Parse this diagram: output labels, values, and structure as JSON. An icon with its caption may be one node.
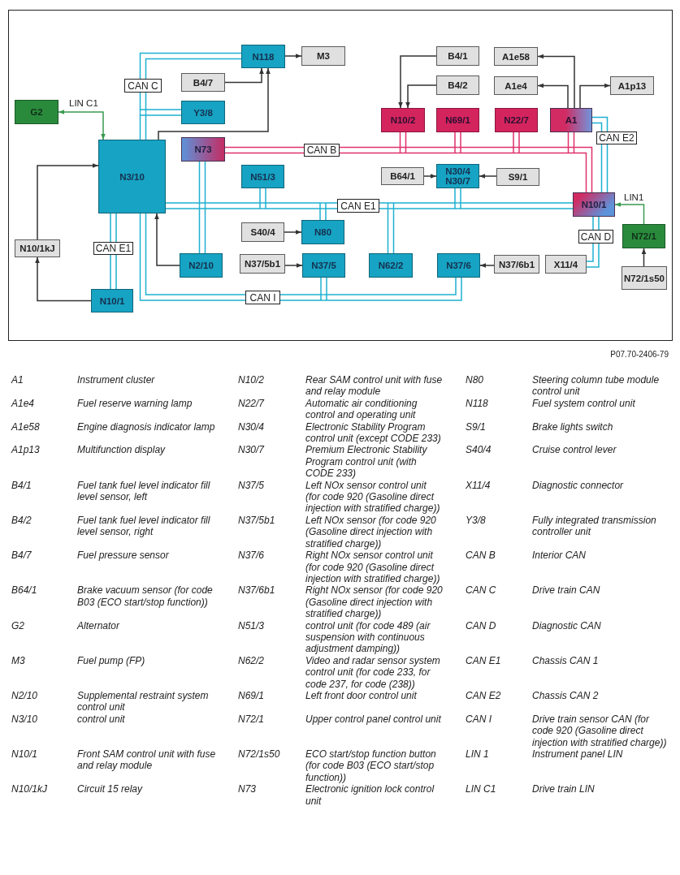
{
  "diagram": {
    "nodes": [
      {
        "text": [
          "N118"
        ]
      },
      {
        "text": [
          "M3"
        ]
      },
      {
        "text": [
          "B4/1"
        ]
      },
      {
        "text": [
          "A1e58"
        ]
      },
      {
        "text": [
          "CAN C"
        ]
      },
      {
        "text": [
          "B4/7"
        ]
      },
      {
        "text": [
          "B4/2"
        ]
      },
      {
        "text": [
          "A1e4"
        ]
      },
      {
        "text": [
          "A1p13"
        ]
      },
      {
        "text": [
          "G2"
        ]
      },
      {
        "text": [
          "Y3/8"
        ]
      },
      {
        "text": [
          "N10/2"
        ]
      },
      {
        "text": [
          "N69/1"
        ]
      },
      {
        "text": [
          "N22/7"
        ]
      },
      {
        "text": [
          "A1"
        ]
      },
      {
        "text": [
          "CAN E2"
        ]
      },
      {
        "text": [
          "N3/10"
        ]
      },
      {
        "text": [
          "N73"
        ]
      },
      {
        "text": [
          "CAN B"
        ]
      },
      {
        "text": [
          "N51/3"
        ]
      },
      {
        "text": [
          "B64/1"
        ]
      },
      {
        "text": [
          "N30/4",
          "N30/7"
        ]
      },
      {
        "text": [
          "S9/1"
        ]
      },
      {
        "text": [
          "CAN E1"
        ]
      },
      {
        "text": [
          "N10/1"
        ]
      },
      {
        "text": [
          "N10/1kJ"
        ]
      },
      {
        "text": [
          "CAN E1"
        ]
      },
      {
        "text": [
          "S40/4"
        ]
      },
      {
        "text": [
          "N80"
        ]
      },
      {
        "text": [
          "CAN D"
        ]
      },
      {
        "text": [
          "N72/1"
        ]
      },
      {
        "text": [
          "N2/10"
        ]
      },
      {
        "text": [
          "N37/5b1"
        ]
      },
      {
        "text": [
          "N37/5"
        ]
      },
      {
        "text": [
          "N62/2"
        ]
      },
      {
        "text": [
          "N37/6"
        ]
      },
      {
        "text": [
          "N37/6b1"
        ]
      },
      {
        "text": [
          "X11/4"
        ]
      },
      {
        "text": [
          "N72/1s50"
        ]
      },
      {
        "text": [
          "N10/1"
        ]
      },
      {
        "text": [
          "CAN I"
        ]
      }
    ],
    "edges": [
      {
        "from": 16,
        "to": 4,
        "arrow": "none",
        "color": "#1eb1d1"
      },
      {
        "from": 10,
        "to": 4,
        "arrow": "none",
        "color": "#1eb1d1"
      },
      {
        "from": 0,
        "to": 4,
        "arrow": "none",
        "color": "#1eb1d1"
      },
      {
        "from": 17,
        "to": 18,
        "arrow": "none",
        "color": "#e0306c"
      },
      {
        "from": 11,
        "to": 18,
        "arrow": "none",
        "color": "#e0306c"
      },
      {
        "from": 12,
        "to": 18,
        "arrow": "none",
        "color": "#e0306c"
      },
      {
        "from": 13,
        "to": 18,
        "arrow": "none",
        "color": "#e0306c"
      },
      {
        "from": 14,
        "to": 18,
        "arrow": "none",
        "color": "#e0306c"
      },
      {
        "from": 24,
        "to": 18,
        "arrow": "none",
        "color": "#e0306c"
      },
      {
        "from": 14,
        "to": 15,
        "arrow": "none",
        "color": "#1eb1d1"
      },
      {
        "from": 24,
        "to": 15,
        "arrow": "none",
        "color": "#1eb1d1"
      },
      {
        "from": 16,
        "to": 23,
        "arrow": "none",
        "color": "#1eb1d1"
      },
      {
        "from": 17,
        "to": 23,
        "arrow": "none",
        "color": "#1eb1d1"
      },
      {
        "from": 31,
        "to": 23,
        "arrow": "none",
        "color": "#1eb1d1"
      },
      {
        "from": 19,
        "to": 23,
        "arrow": "none",
        "color": "#1eb1d1"
      },
      {
        "from": 28,
        "to": 23,
        "arrow": "none",
        "color": "#1eb1d1"
      },
      {
        "from": 34,
        "to": 23,
        "arrow": "none",
        "color": "#1eb1d1"
      },
      {
        "from": 21,
        "to": 23,
        "arrow": "none",
        "color": "#1eb1d1"
      },
      {
        "from": 24,
        "to": 23,
        "arrow": "none",
        "color": "#1eb1d1"
      },
      {
        "from": 16,
        "to": 26,
        "arrow": "none",
        "color": "#1eb1d1"
      },
      {
        "from": 39,
        "to": 26,
        "arrow": "none",
        "color": "#1eb1d1"
      },
      {
        "from": 24,
        "to": 29,
        "arrow": "none",
        "color": "#1eb1d1"
      },
      {
        "from": 37,
        "to": 29,
        "arrow": "none",
        "color": "#1eb1d1"
      },
      {
        "from": 16,
        "to": 40,
        "arrow": "none",
        "color": "#1eb1d1"
      },
      {
        "from": 33,
        "to": 40,
        "arrow": "none",
        "color": "#1eb1d1"
      },
      {
        "from": 35,
        "to": 40,
        "arrow": "none",
        "color": "#1eb1d1"
      },
      {
        "from": 9,
        "to": 16,
        "arrow": "both",
        "label": "LIN C1",
        "color": "#3a9a50"
      },
      {
        "from": 30,
        "to": 24,
        "arrow": "to",
        "label": "LIN1",
        "color": "#3a9a50"
      },
      {
        "from": 0,
        "to": 1,
        "arrow": "to",
        "color": "#333333"
      },
      {
        "from": 5,
        "to": 0,
        "arrow": "to",
        "color": "#333333"
      },
      {
        "from": 16,
        "to": 0,
        "arrow": "to",
        "color": "#333333"
      },
      {
        "from": 2,
        "to": 11,
        "arrow": "to",
        "color": "#333333"
      },
      {
        "from": 6,
        "to": 11,
        "arrow": "to",
        "color": "#333333"
      },
      {
        "from": 14,
        "to": 3,
        "arrow": "to",
        "color": "#333333"
      },
      {
        "from": 14,
        "to": 7,
        "arrow": "to",
        "color": "#333333"
      },
      {
        "from": 14,
        "to": 8,
        "arrow": "to",
        "color": "#333333"
      },
      {
        "from": 20,
        "to": 21,
        "arrow": "to",
        "color": "#333333"
      },
      {
        "from": 22,
        "to": 21,
        "arrow": "to",
        "color": "#333333"
      },
      {
        "from": 27,
        "to": 28,
        "arrow": "to",
        "color": "#333333"
      },
      {
        "from": 32,
        "to": 33,
        "arrow": "to",
        "color": "#333333"
      },
      {
        "from": 36,
        "to": 35,
        "arrow": "to",
        "color": "#333333"
      },
      {
        "from": 31,
        "to": 16,
        "arrow": "to",
        "color": "#333333"
      },
      {
        "from": 39,
        "to": 25,
        "arrow": "to",
        "color": "#333333"
      },
      {
        "from": 25,
        "to": 16,
        "arrow": "to",
        "color": "#333333"
      },
      {
        "from": 38,
        "to": 30,
        "arrow": "to",
        "color": "#333333"
      }
    ],
    "labels": [
      "P07.70-2406-79",
      "A1",
      "Instrument cluster",
      "N10/2",
      "Rear SAM control unit with fuse and relay module",
      "N80",
      "Steering column tube module control unit",
      "A1e4",
      "Fuel reserve warning lamp",
      "N22/7",
      "Automatic air conditioning control and operating unit",
      "N118",
      "Fuel system control unit",
      "A1e58",
      "Engine diagnosis indicator lamp",
      "N30/4",
      "Electronic Stability Program control unit (except CODE 233)",
      "S9/1",
      "Brake lights switch",
      "A1p13",
      "Multifunction display",
      "N30/7",
      "Premium Electronic Stability Program control unit (with CODE 233)",
      "S40/4",
      "Cruise control lever",
      "B4/1",
      "Fuel tank fuel level indicator fill level sensor, left",
      "N37/5",
      "Left NOx sensor control unit (for code 920 (Gasoline direct injection with stratified charge))",
      "X11/4",
      "Diagnostic connector",
      "B4/2",
      "Fuel tank fuel level indicator fill level sensor, right",
      "N37/5b1",
      "Left NOx sensor (for code 920 (Gasoline direct injection with stratified charge))",
      "Y3/8",
      "Fully integrated transmission controller unit",
      "B4/7",
      "Fuel pressure sensor",
      "N37/6",
      "Right NOx sensor control unit (for code 920 (Gasoline direct injection with stratified charge))",
      "CAN B",
      "Interior CAN",
      "B64/1",
      "Brake vacuum sensor (for code B03 (ECO start/stop function))",
      "N37/6b1",
      "Right NOx sensor (for code 920 (Gasoline direct injection with stratified charge))",
      "CAN C",
      "Drive train CAN",
      "G2",
      "Alternator",
      "N51/3",
      "control unit (for code 489 (air suspension with continuous adjustment damping))",
      "CAN D",
      "Diagnostic CAN",
      "M3",
      "Fuel pump (FP)",
      "N62/2",
      "Video and radar sensor system control unit (for code 233, for code 237, for code (238))",
      "CAN E1",
      "Chassis CAN 1",
      "N2/10",
      "Supplemental restraint system control unit",
      "N69/1",
      "Left front door control unit",
      "CAN E2",
      "Chassis CAN 2",
      "N3/10",
      "control unit",
      "N72/1",
      "Upper control panel control unit",
      "CAN I",
      "Drive train sensor CAN (for code 920 (Gasoline direct injection with stratified charge))",
      "N10/1",
      "Front SAM control unit with fuse and relay module",
      "N72/1s50",
      "ECO start/stop function button (for code B03 (ECO start/stop function))",
      "LIN 1",
      "Instrument panel LIN",
      "N10/1kJ",
      "Circuit 15 relay",
      "N73",
      "Electronic ignition lock control unit",
      "LIN C1",
      "Drive train LIN"
    ]
  }
}
